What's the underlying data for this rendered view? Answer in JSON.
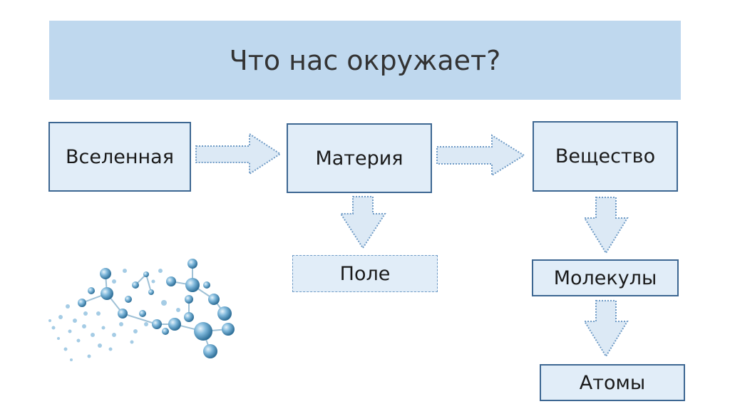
{
  "slide": {
    "title": "Что нас окружает?"
  },
  "nodes": {
    "universe": "Вселенная",
    "matter": "Материя",
    "substance": "Вещество",
    "field": "Поле",
    "molecules": "Молекулы",
    "atoms": "Атомы"
  },
  "colors": {
    "title_bg": "#bfd8ee",
    "box_fill": "#e1edf8",
    "box_border": "#3d6792",
    "arrow_fill": "#dce9f5",
    "arrow_stroke": "#6f9bc6",
    "molecule": "#5b9fc9"
  }
}
